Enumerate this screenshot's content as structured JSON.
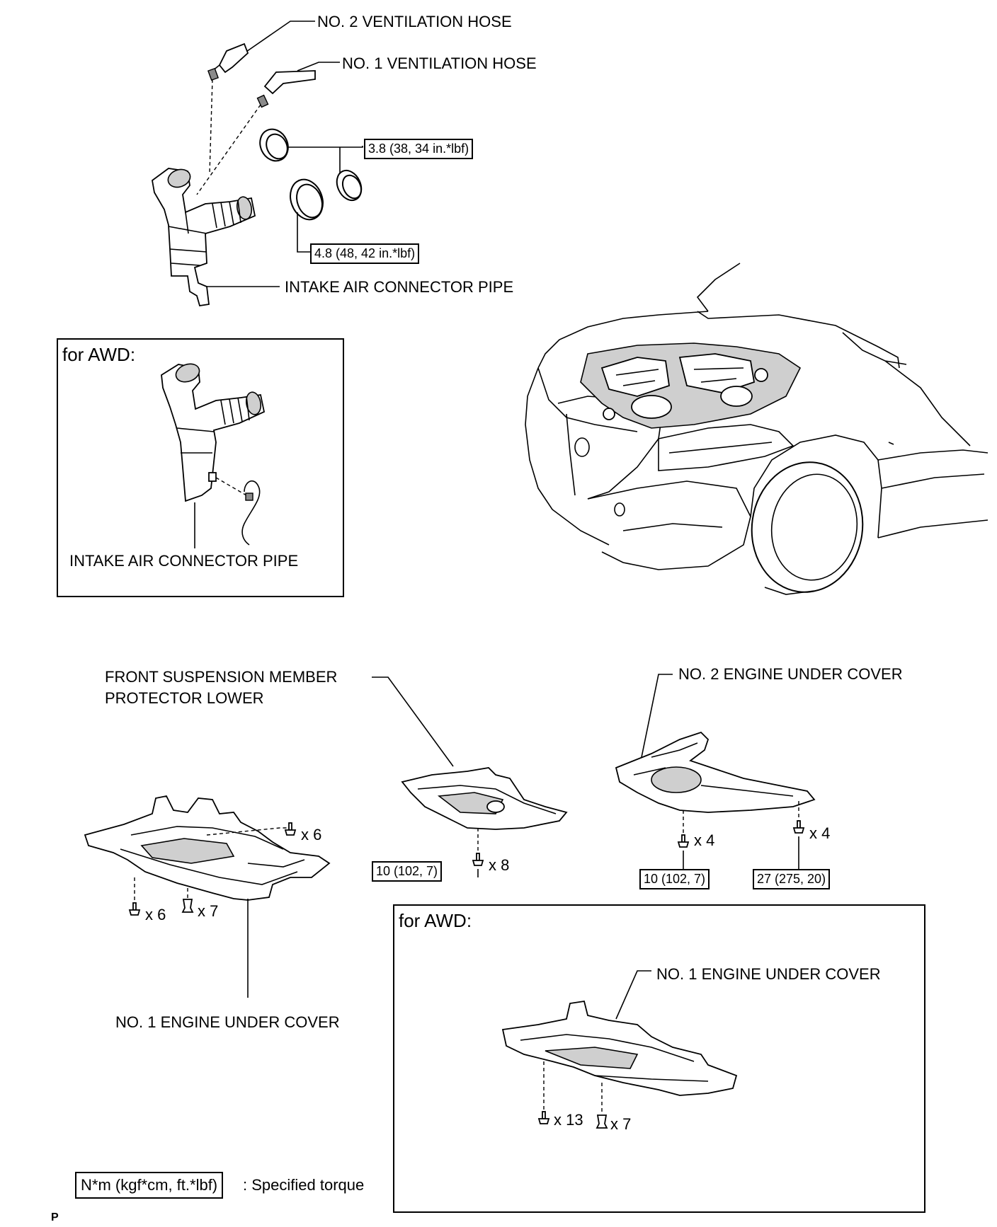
{
  "labels": {
    "no2_ventilation_hose": "NO. 2 VENTILATION HOSE",
    "no1_ventilation_hose": "NO. 1 VENTILATION HOSE",
    "intake_air_connector_pipe": "INTAKE AIR CONNECTOR PIPE",
    "front_suspension_line1": "FRONT SUSPENSION MEMBER",
    "front_suspension_line2": "PROTECTOR LOWER",
    "no2_engine_under_cover": "NO. 2 ENGINE UNDER COVER",
    "no1_engine_under_cover": "NO. 1 ENGINE UNDER COVER",
    "specified_torque": ": Specified torque",
    "page_mark": "P"
  },
  "torque": {
    "clamp_small": "3.8 (38, 34 in.*lbf)",
    "clamp_large": "4.8 (48, 42 in.*lbf)",
    "protector_bolt": "10 (102, 7)",
    "no2_cover_bolt_a": "10 (102, 7)",
    "no2_cover_bolt_b": "27 (275, 20)",
    "legend": "N*m (kgf*cm, ft.*lbf)"
  },
  "awd_upper": {
    "title": "for AWD:",
    "pipe_label": "INTAKE AIR CONNECTOR PIPE"
  },
  "awd_lower": {
    "title": "for AWD:",
    "cover_label": "NO. 1 ENGINE UNDER COVER"
  },
  "quantities": {
    "front_bolts_top": "x 6",
    "front_bolts_left": "x 6",
    "front_clips": "x 7",
    "protector_bolts": "x 8",
    "no2_bolts_a": "x 4",
    "no2_bolts_b": "x 4",
    "awd_bolts": "x 13",
    "awd_clips": "x 7"
  },
  "icons": [
    "bolt-icon",
    "clip-icon"
  ]
}
